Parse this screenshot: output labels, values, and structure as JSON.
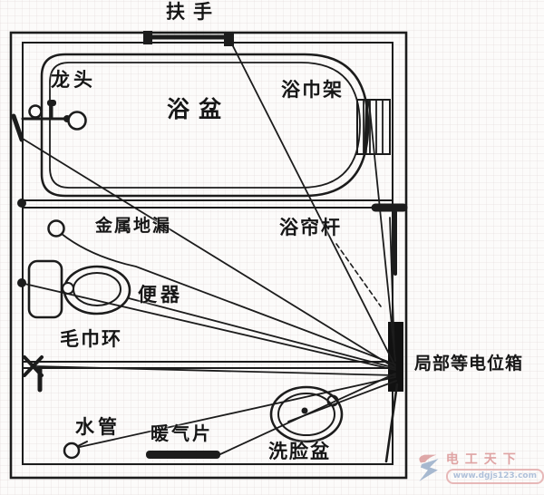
{
  "diagram": {
    "title_context": "bathroom-equipotential-bonding-plan",
    "labels": {
      "handrail": "扶手",
      "faucet": "龙头",
      "bathtub": "浴盆",
      "towel_rack": "浴巾架",
      "metal_floor_drain": "金属地漏",
      "shower_curtain_rod": "浴帘杆",
      "toilet": "便器",
      "towel_ring": "毛巾环",
      "local_equipotential_box": "局部等电位箱",
      "water_pipe": "水管",
      "radiator": "暖气片",
      "wash_basin": "洗脸盆"
    },
    "colors": {
      "line": "#1c1c1c",
      "background": "#fcfbfa",
      "watermark_red": "#d98f8f",
      "watermark_blue": "#93a9c6"
    }
  },
  "watermark": {
    "site_name": "电工天下",
    "url": "www.dgjs123.com"
  }
}
